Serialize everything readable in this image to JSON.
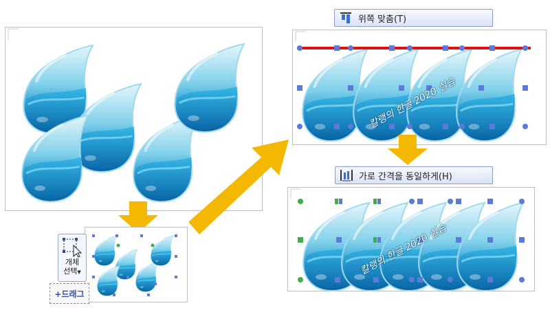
{
  "tooltips": {
    "align_top": "위쪽 맞춤(T)",
    "equal_spacing": "가로 간격을 동일하게(H)"
  },
  "toolbar": {
    "object_select_line1": "개체",
    "object_select_line2": "선택",
    "drag_label": "+드래그"
  },
  "watermark": "칼랭의 한글 2020 실습",
  "icons": {
    "object_select": "pointer-select-icon",
    "align_top": "align-top-icon",
    "equal_spacing": "distribute-horizontal-icon",
    "arrows": "big-arrow-icon"
  },
  "colors": {
    "arrow": "#f5b800",
    "align_line": "#e01010",
    "handle": "#5b7bd6",
    "drop_dark": "#0a6fb0",
    "drop_light": "#aee4f2"
  }
}
